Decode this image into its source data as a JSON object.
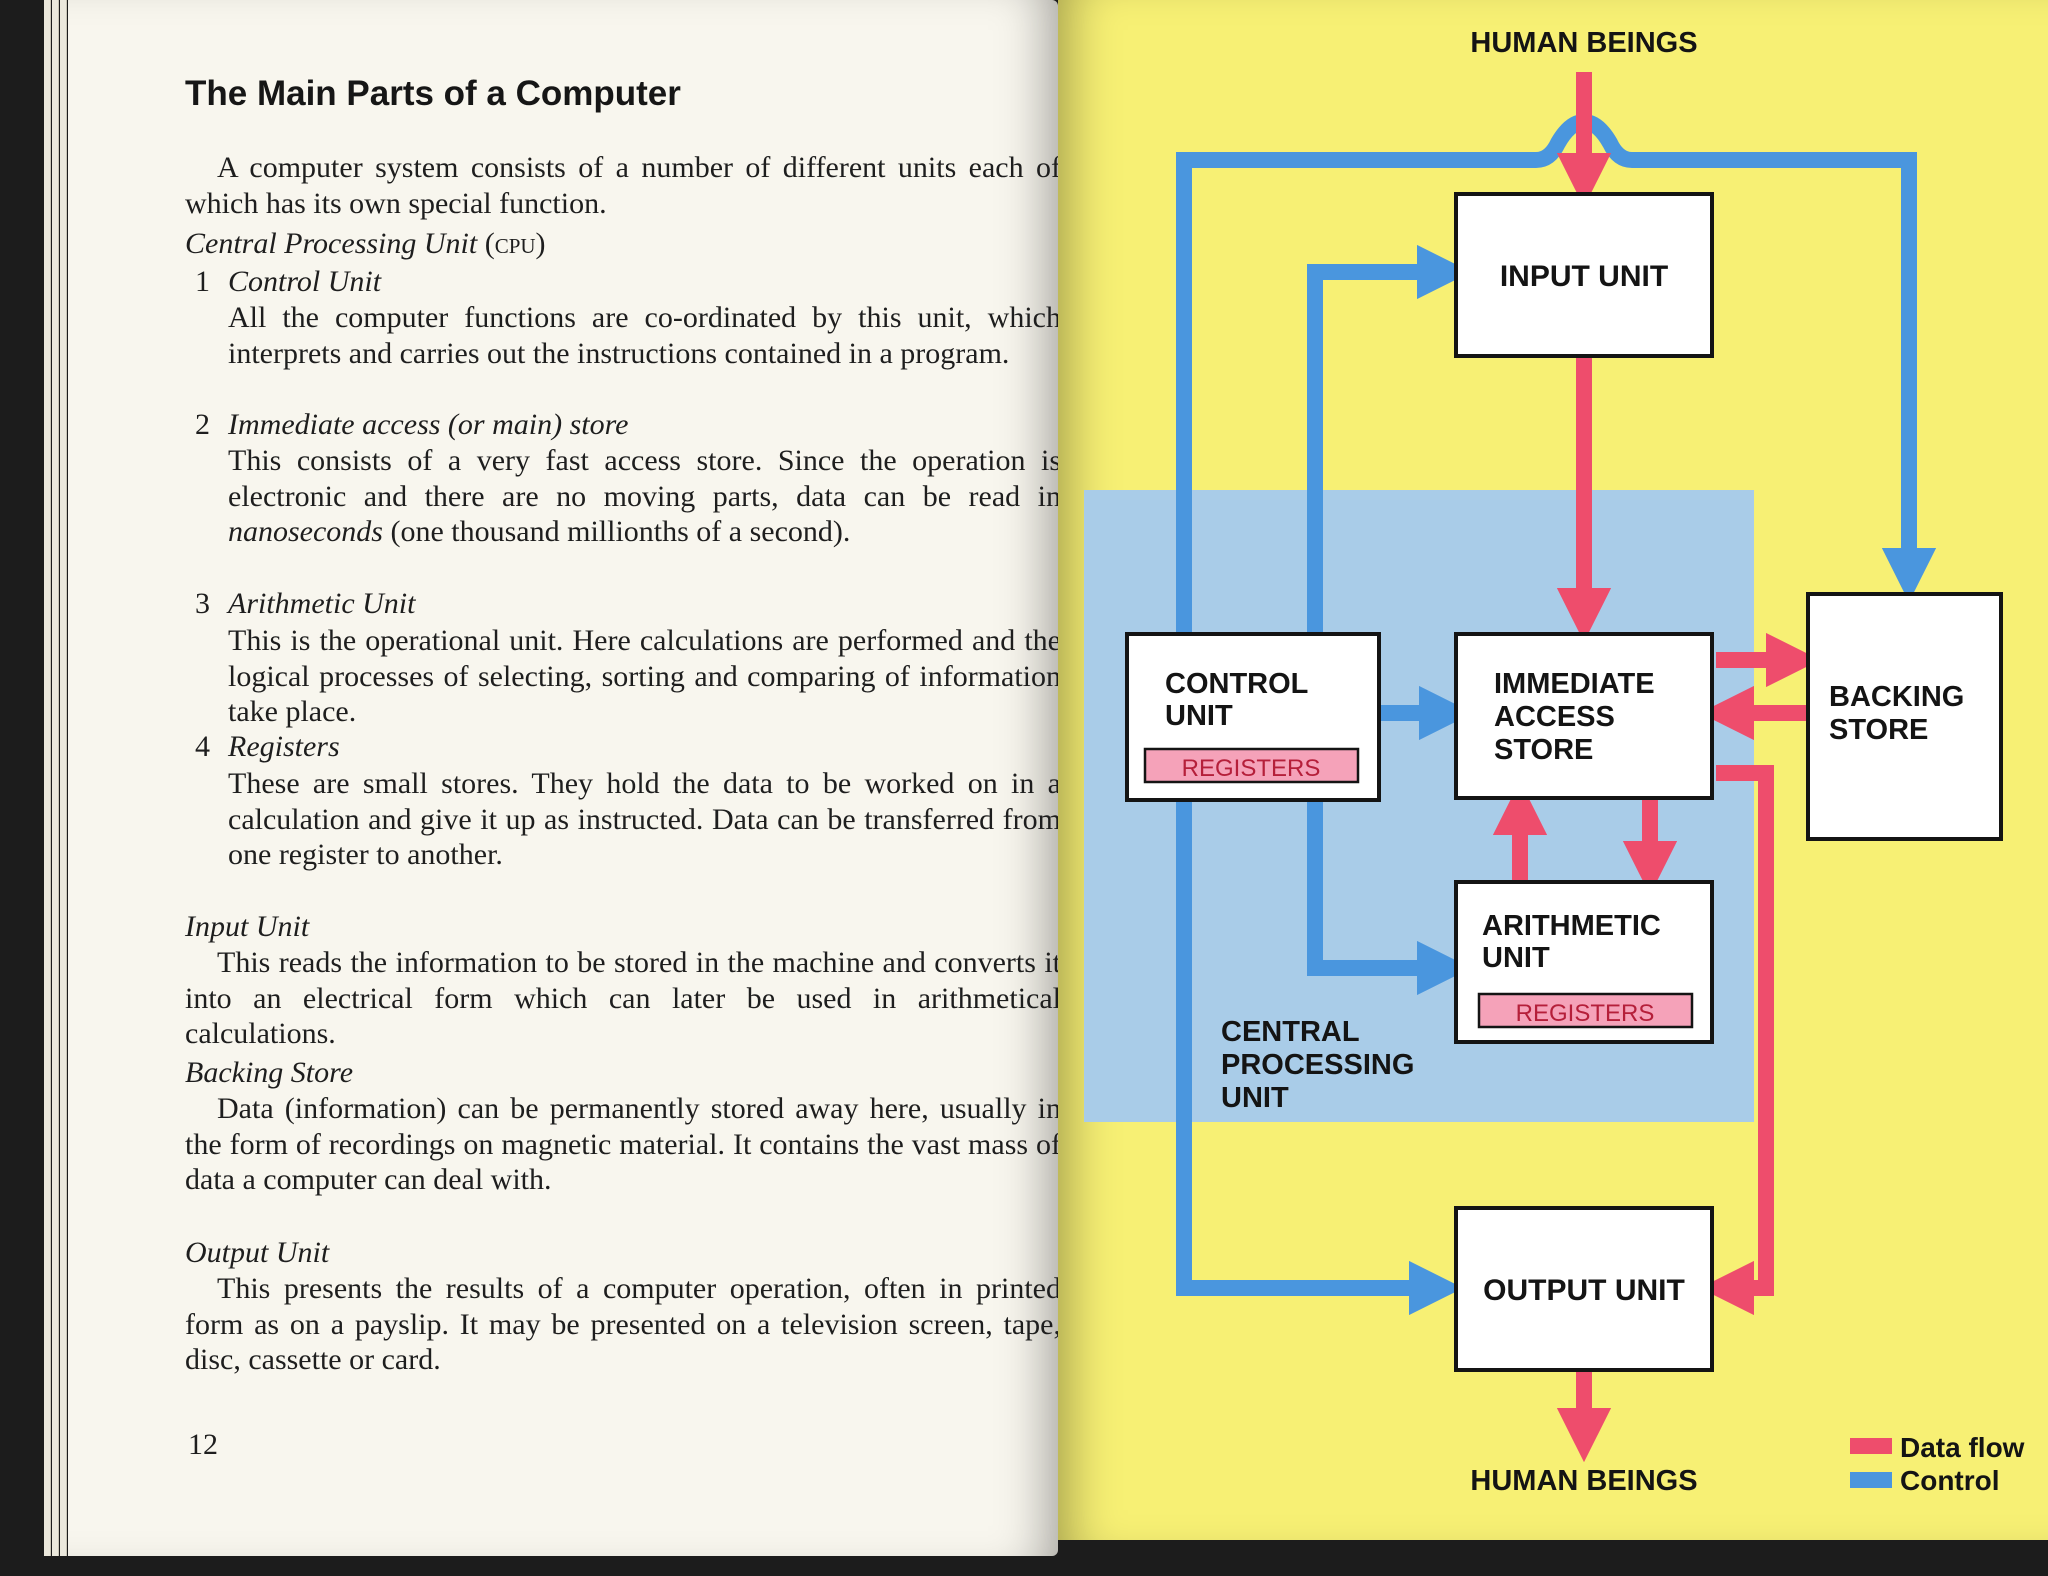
{
  "left_page": {
    "heading": "The Main Parts of a Computer",
    "intro": "A computer system consists of a number of different units each of which has its own special function.",
    "cpu_heading": "Central Processing Unit",
    "cpu_abbrev": "(cpu)",
    "cpu_items": [
      {
        "number": "1",
        "title": "Control Unit",
        "text": "All the computer functions are co-ordinated by this unit, which interprets and carries out the instructions contained in a program."
      },
      {
        "number": "2",
        "title": "Immediate access (or main) store",
        "text_before": "This consists of a very fast access store. Since the operation is electronic and there are no moving parts, data can be read in ",
        "text_italic": "nanoseconds",
        "text_after": " (one thousand millionths of a second)."
      },
      {
        "number": "3",
        "title": "Arithmetic Unit",
        "text": "This is the operational unit. Here calculations are performed and the logical processes of selecting, sorting and comparing of information take place."
      },
      {
        "number": "4",
        "title": "Registers",
        "text": "These are small stores. They hold the data to be worked on in a calculation and give it up as instructed. Data can be transferred from one register to another."
      }
    ],
    "sections": [
      {
        "title": "Input Unit",
        "text": "This reads the information to be stored in the machine and converts it into an electrical form which can later be used in arithmetical calculations."
      },
      {
        "title": "Backing Store",
        "text": "Data (information) can be permanently stored away here, usually in the form of recordings on magnetic material. It contains the vast mass of data a computer can deal with."
      },
      {
        "title": "Output Unit",
        "text": "This presents the results of a computer operation, often in printed form as on a payslip. It may be presented on a television screen, tape, disc, cassette or card."
      }
    ],
    "page_number": "12"
  },
  "diagram": {
    "top_label": "HUMAN BEINGS",
    "bottom_label": "HUMAN BEINGS",
    "input_unit": "INPUT UNIT",
    "control_unit": [
      "CONTROL",
      "UNIT"
    ],
    "registers": "REGISTERS",
    "immediate_access_store": [
      "IMMEDIATE",
      "ACCESS",
      "STORE"
    ],
    "backing_store": [
      "BACKING",
      "STORE"
    ],
    "arithmetic_unit": [
      "ARITHMETIC",
      "UNIT"
    ],
    "output_unit": "OUTPUT UNIT",
    "cpu_region": [
      "CENTRAL",
      "PROCESSING",
      "UNIT"
    ],
    "legend": [
      {
        "label": "Data flow",
        "color": "#ee4d6c"
      },
      {
        "label": "Control",
        "color": "#4a96de"
      }
    ],
    "colors": {
      "page": "#f7f074",
      "cpu_region": "#a9cce8",
      "data_flow": "#ee4d6c",
      "control": "#4a96de",
      "registers_fill": "#f5a2b9"
    }
  }
}
